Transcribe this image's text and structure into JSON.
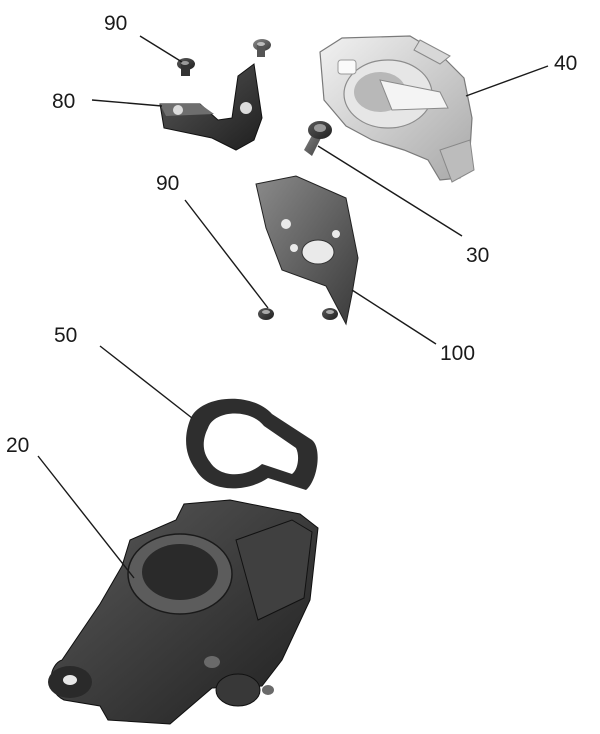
{
  "diagram": {
    "callouts": {
      "c90_top": "90",
      "c80": "80",
      "c40": "40",
      "c90_mid": "90",
      "c30": "30",
      "c100": "100",
      "c50": "50",
      "c20": "20"
    },
    "colors": {
      "part_dark": "#3a3a3a",
      "part_light": "#cfcfcf",
      "line": "#1a1a1a"
    }
  }
}
